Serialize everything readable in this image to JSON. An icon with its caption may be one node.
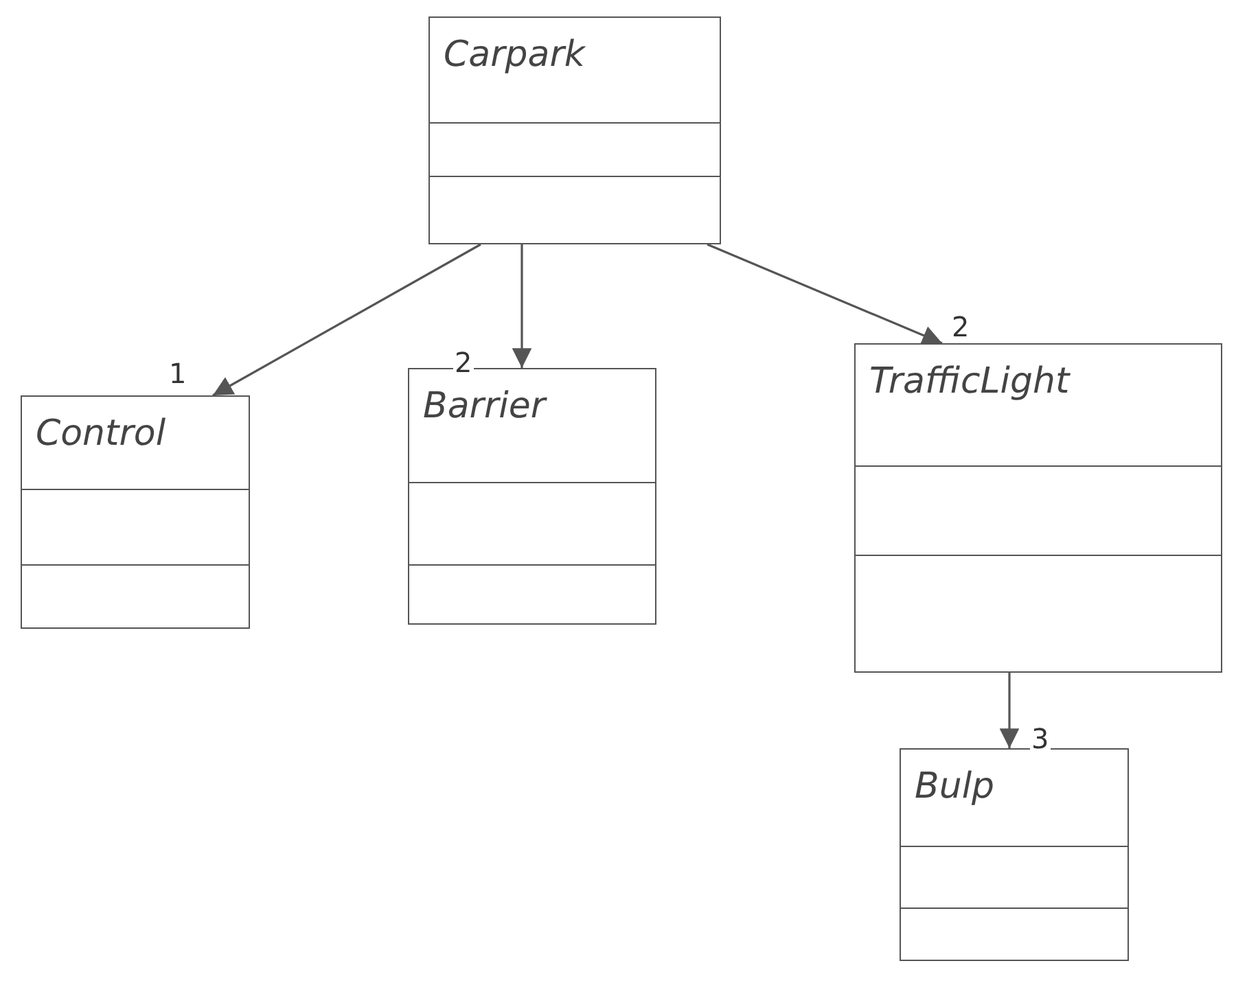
{
  "diagram": {
    "nodes": [
      {
        "text": [
          "Carpark"
        ]
      },
      {
        "text": [
          "Control"
        ]
      },
      {
        "text": [
          "Barrier"
        ]
      },
      {
        "text": [
          "TrafficLight"
        ]
      },
      {
        "text": [
          "Bulp"
        ]
      }
    ],
    "edges": [
      {
        "from": 0,
        "to": 1,
        "arrow": "to",
        "label": "1"
      },
      {
        "from": 0,
        "to": 2,
        "arrow": "to",
        "label": "2"
      },
      {
        "from": 0,
        "to": 3,
        "arrow": "to",
        "label": "2"
      },
      {
        "from": 3,
        "to": 4,
        "arrow": "to",
        "label": "3"
      }
    ]
  }
}
